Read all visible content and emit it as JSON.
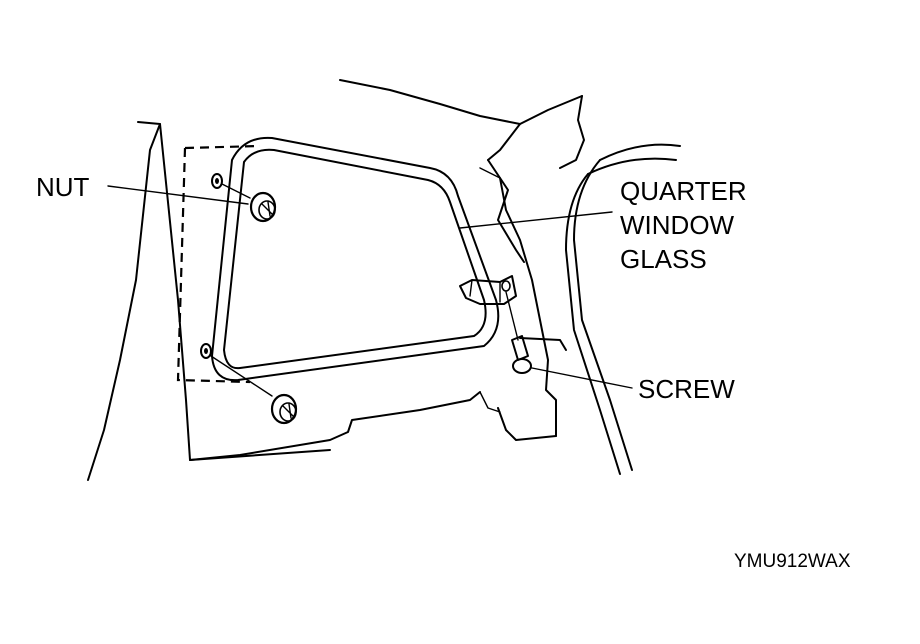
{
  "labels": {
    "nut": "NUT",
    "glass_line1": "QUARTER",
    "glass_line2": "WINDOW",
    "glass_line3": "GLASS",
    "screw": "SCREW"
  },
  "figure_code": "YMU912WAX"
}
